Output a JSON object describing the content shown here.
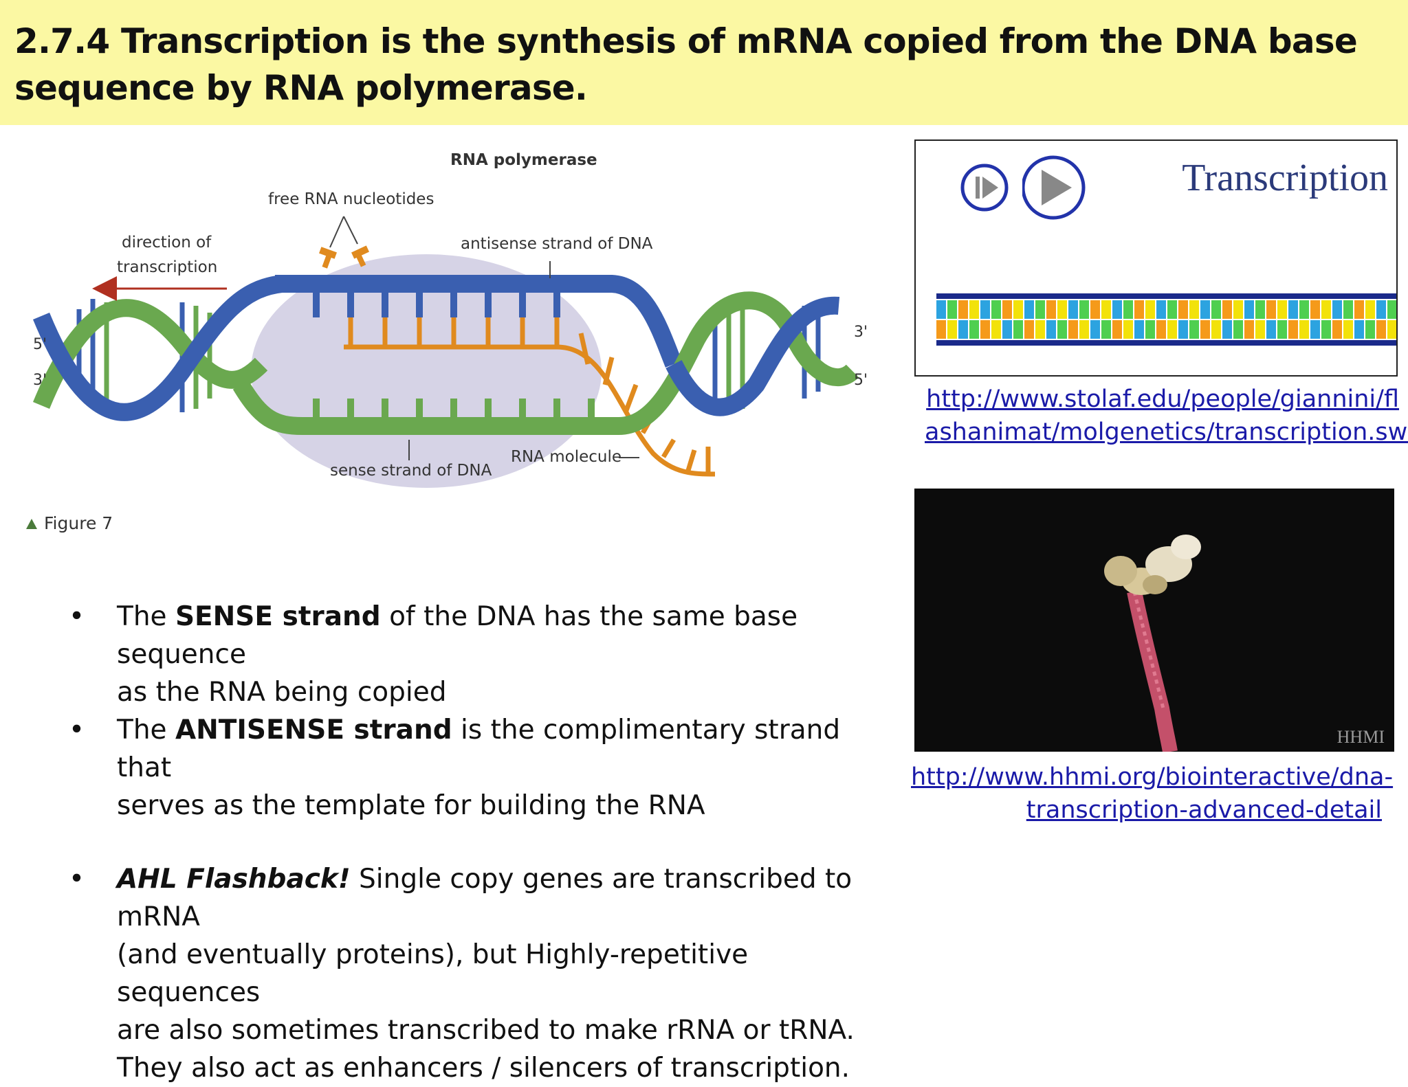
{
  "slide": {
    "title": "2.7.4 Transcription is the synthesis of mRNA copied from the DNA base sequence by RNA polymerase."
  },
  "figure": {
    "rna_polymerase": "RNA polymerase",
    "free_nucleotides": "free RNA nucleotides",
    "direction_line1": "direction of",
    "direction_line2": "transcription",
    "antisense_label": "antisense strand of DNA",
    "sense_label": "sense strand of DNA",
    "rna_molecule": "RNA molecule",
    "five_prime_left": "5'",
    "three_prime_left": "3'",
    "three_prime_right": "3'",
    "five_prime_right": "5'",
    "caption": "Figure 7",
    "colors": {
      "blue_strand": "#3a5fb0",
      "green_strand": "#6aa84f",
      "rna": "#e08a1e",
      "bubble": "#d6d3e6"
    }
  },
  "bullets": [
    {
      "pre": "The ",
      "bold": "SENSE strand",
      "post": " of the DNA has the same base sequence",
      "line2": "as the RNA being copied"
    },
    {
      "pre": "The ",
      "bold": "ANTISENSE strand",
      "post": " is the complimentary strand that",
      "line2": "serves as the template for building the RNA"
    },
    {
      "bold_italic": "AHL Flashback!",
      "post": " Single copy genes are transcribed to mRNA",
      "line2": "(and eventually proteins), but Highly-repetitive sequences",
      "line3": "are also sometimes transcribed to make rRNA or tRNA.",
      "line4": "They also act as enhancers / silencers of transcription."
    }
  ],
  "video1": {
    "title": "Transcription",
    "icons": [
      "step-play-icon",
      "play-icon"
    ],
    "link_line1": "http://www.stolaf.edu/people/giannini/fl",
    "link_line2": "ashanimat/molgenetics/transcription.swf"
  },
  "video2": {
    "watermark": "HHMI",
    "link_line1": "http://www.hhmi.org/biointeractive/dna-",
    "link_line2": "transcription-advanced-detail"
  }
}
